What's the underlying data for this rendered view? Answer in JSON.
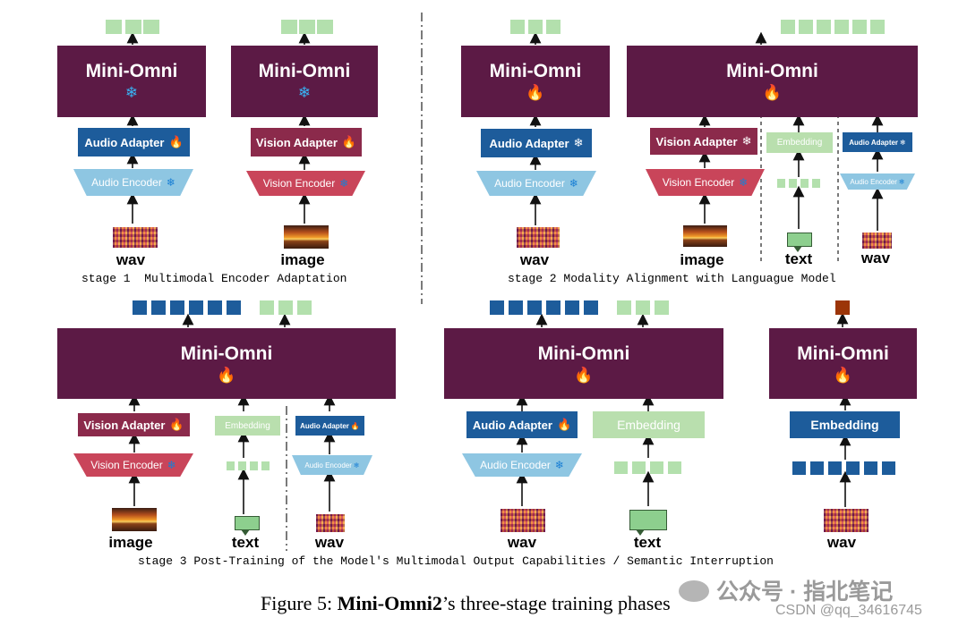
{
  "diagram": {
    "mini_omni": "Mini-Omni",
    "audio_adapter": "Audio Adapter",
    "vision_adapter": "Vision Adapter",
    "audio_encoder": "Audio Encoder",
    "vision_encoder": "Vision Encoder",
    "embedding": "Embedding",
    "input_wav": "wav",
    "input_image": "image",
    "input_text": "text",
    "icons": {
      "frozen": "snowflake-icon",
      "trainable": "fire-icon"
    },
    "stage1_caption": "stage 1  Multimodal Encoder Adaptation",
    "stage2_caption": "stage 2 Modality Alignment with Languague Model",
    "stage3_caption": "stage 3 Post-Training of the Model's Multimodal Output Capabilities / Semantic Interruption",
    "colors": {
      "mini_omni": "#5c1a45",
      "audio_adapter": "#1d5c9b",
      "vision_adapter": "#8b2a4b",
      "audio_encoder": "#8ec6e2",
      "vision_encoder": "#c9455a",
      "embedding": "#b9dfae",
      "text_token": "#b3e0ad",
      "audio_token": "#1d5c9b",
      "interrupt_token": "#9c3508"
    }
  },
  "figure_caption": {
    "prefix": "Figure 5: ",
    "bold": "Mini-Omni2",
    "suffix": "’s three-stage training phases"
  },
  "watermark": {
    "wechat": "公众号 · 指北笔记",
    "csdn": "CSDN @qq_34616745"
  }
}
